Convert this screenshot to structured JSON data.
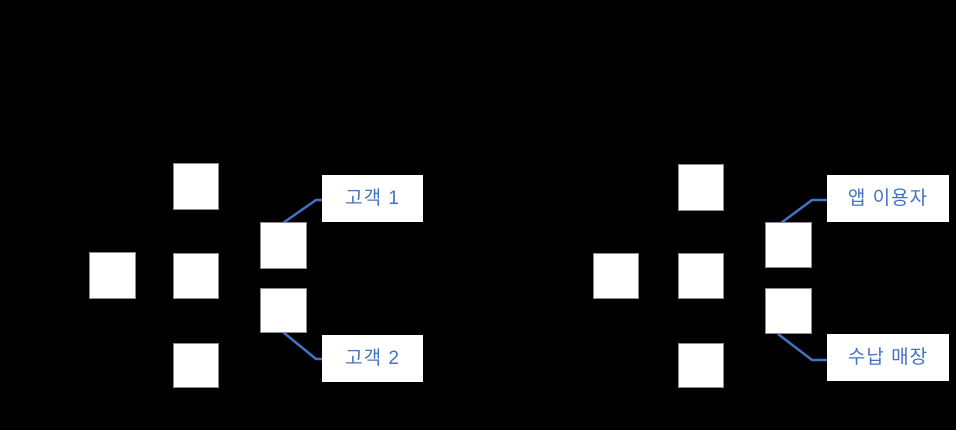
{
  "diagram": {
    "left_cluster": {
      "callouts": [
        {
          "text": "고객 1"
        },
        {
          "text": "고객 2"
        }
      ]
    },
    "right_cluster": {
      "callouts": [
        {
          "text": "앱 이용자"
        },
        {
          "text": "수납 매장"
        }
      ]
    },
    "colors": {
      "background": "#000000",
      "accent_blue": "#4472C4",
      "node_fill": "#FFFFFF",
      "node_border": "#8C8C8C",
      "label_box_fill": "#FFFFFF"
    }
  }
}
